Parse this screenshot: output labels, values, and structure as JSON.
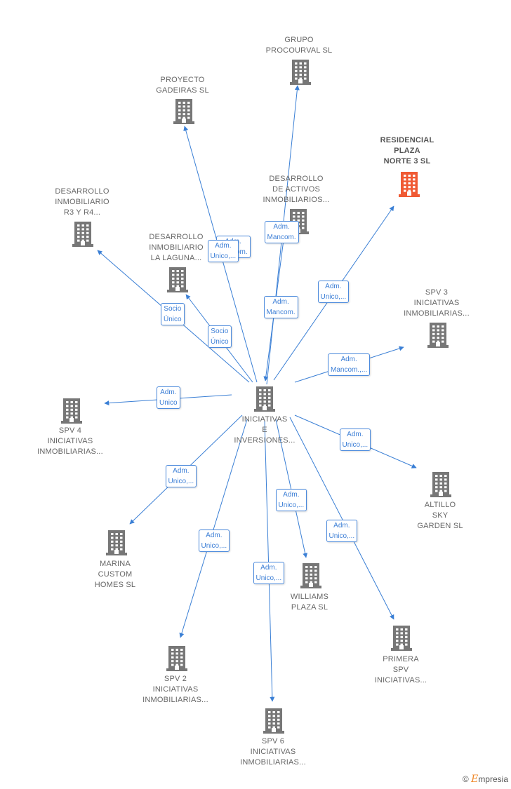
{
  "colors": {
    "company": "#777777",
    "highlight": "#f05a34",
    "edge": "#3a7fd5"
  },
  "nodes": [
    {
      "id": "center",
      "label": "INICIATIVAS\nE\nINVERSIONES...",
      "highlight": false
    },
    {
      "id": "grupo",
      "label": "GRUPO\nPROCOURVAL SL",
      "highlight": false
    },
    {
      "id": "proyecto",
      "label": "PROYECTO\nGADEIRAS  SL",
      "highlight": false
    },
    {
      "id": "residencial",
      "label": "RESIDENCIAL\nPLAZA\nNORTE 3  SL",
      "highlight": true
    },
    {
      "id": "desactivos",
      "label": "DESARROLLO\nDE ACTIVOS\nINMOBILIARIOS...",
      "highlight": false
    },
    {
      "id": "desr3",
      "label": "DESARROLLO\nINMOBILIARIO\nR3 Y R4...",
      "highlight": false
    },
    {
      "id": "deslaguna",
      "label": "DESARROLLO\nINMOBILIARIO\nLA LAGUNA...",
      "highlight": false
    },
    {
      "id": "spv3",
      "label": "SPV 3\nINICIATIVAS\nINMOBILIARIAS...",
      "highlight": false
    },
    {
      "id": "spv4",
      "label": "SPV 4\nINICIATIVAS\nINMOBILIARIAS...",
      "highlight": false
    },
    {
      "id": "altillo",
      "label": "ALTILLO\nSKY\nGARDEN  SL",
      "highlight": false
    },
    {
      "id": "marina",
      "label": "MARINA\nCUSTOM\nHOMES  SL",
      "highlight": false
    },
    {
      "id": "williams",
      "label": "WILLIAMS\nPLAZA  SL",
      "highlight": false
    },
    {
      "id": "primera",
      "label": "PRIMERA\nSPV\nINICIATIVAS...",
      "highlight": false
    },
    {
      "id": "spv2",
      "label": "SPV 2\nINICIATIVAS\nINMOBILIARIAS...",
      "highlight": false
    },
    {
      "id": "spv6",
      "label": "SPV 6\nINICIATIVAS\nINMOBILIARIAS...",
      "highlight": false
    }
  ],
  "edges": [
    {
      "from": "center",
      "to": "grupo",
      "label": "Adm.\nMancom."
    },
    {
      "from": "center",
      "to": "proyecto",
      "label": "Adm.\nUnico,..."
    },
    {
      "from": "center",
      "to": "residencial",
      "label": "Adm.\nUnico,..."
    },
    {
      "from": "grupo",
      "to": "center",
      "label": "Adm.\nMancom."
    },
    {
      "from": "desactivos",
      "to": "center",
      "label": "Adm.\nMancom."
    },
    {
      "from": "center",
      "to": "desr3",
      "label": "Socio\nÚnico"
    },
    {
      "from": "center",
      "to": "deslaguna",
      "label": "Socio\nÚnico"
    },
    {
      "from": "center",
      "to": "spv3",
      "label": "Adm.\nMancom.,..."
    },
    {
      "from": "center",
      "to": "spv4",
      "label": "Adm.\nUnico"
    },
    {
      "from": "center",
      "to": "altillo",
      "label": "Adm.\nUnico,..."
    },
    {
      "from": "center",
      "to": "marina",
      "label": "Adm.\nUnico,..."
    },
    {
      "from": "center",
      "to": "williams",
      "label": "Adm.\nUnico,..."
    },
    {
      "from": "center",
      "to": "primera",
      "label": "Adm.\nUnico,..."
    },
    {
      "from": "center",
      "to": "spv2",
      "label": "Adm.\nUnico,..."
    },
    {
      "from": "center",
      "to": "spv6",
      "label": "Adm.\nUnico,..."
    }
  ],
  "credit": {
    "symbol": "©",
    "brand_initial": "E",
    "brand_rest": "mpresia"
  }
}
